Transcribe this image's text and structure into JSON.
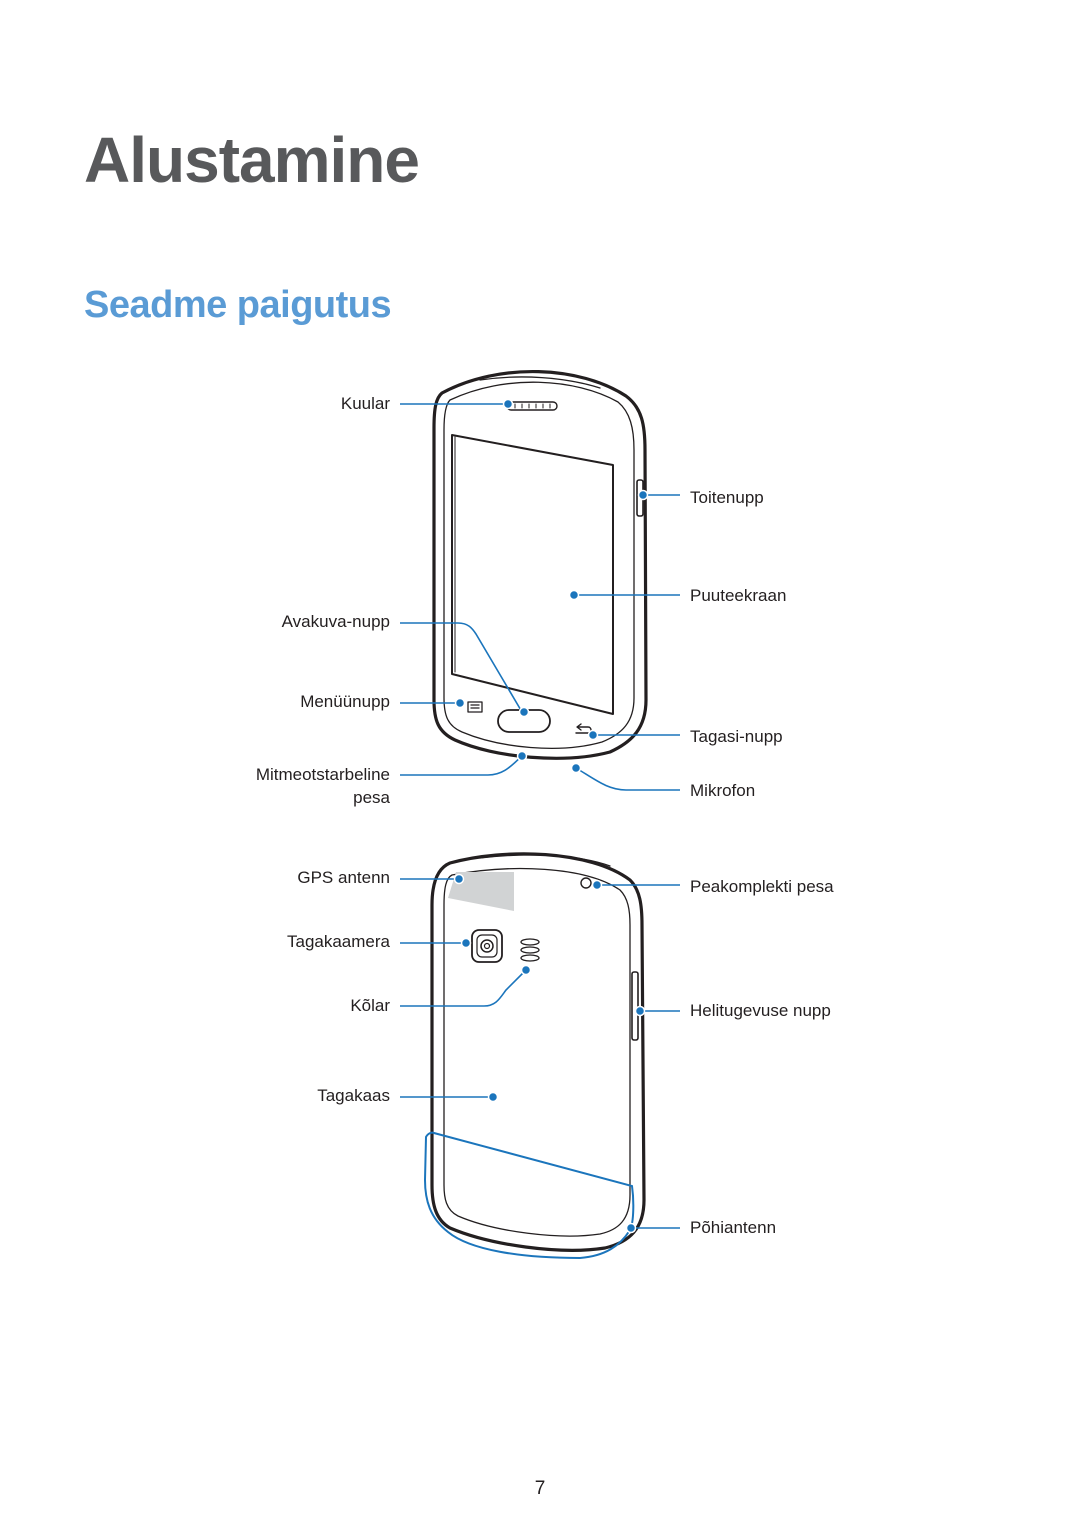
{
  "page": {
    "title": "Alustamine",
    "section": "Seadme paigutus",
    "number": "7"
  },
  "colors": {
    "title": "#58595b",
    "section": "#5a9bd5",
    "callout": "#1b75bc",
    "outline": "#231f20"
  },
  "front_labels": {
    "kuular": "Kuular",
    "toitenupp": "Toitenupp",
    "puuteekraan": "Puuteekraan",
    "avakuva": "Avakuva-nupp",
    "menuu": "Menüünupp",
    "tagasi": "Tagasi-nupp",
    "mitmeots_line1": "Mitmeotstarbeline",
    "mitmeots_line2": "pesa",
    "mikrofon": "Mikrofon"
  },
  "back_labels": {
    "gps": "GPS antenn",
    "peakomplekt": "Peakomplekti pesa",
    "tagakaamera": "Tagakaamera",
    "kolar": "Kõlar",
    "helitugevus": "Helitugevuse nupp",
    "tagakaas": "Tagakaas",
    "pohiantenn": "Põhiantenn"
  }
}
